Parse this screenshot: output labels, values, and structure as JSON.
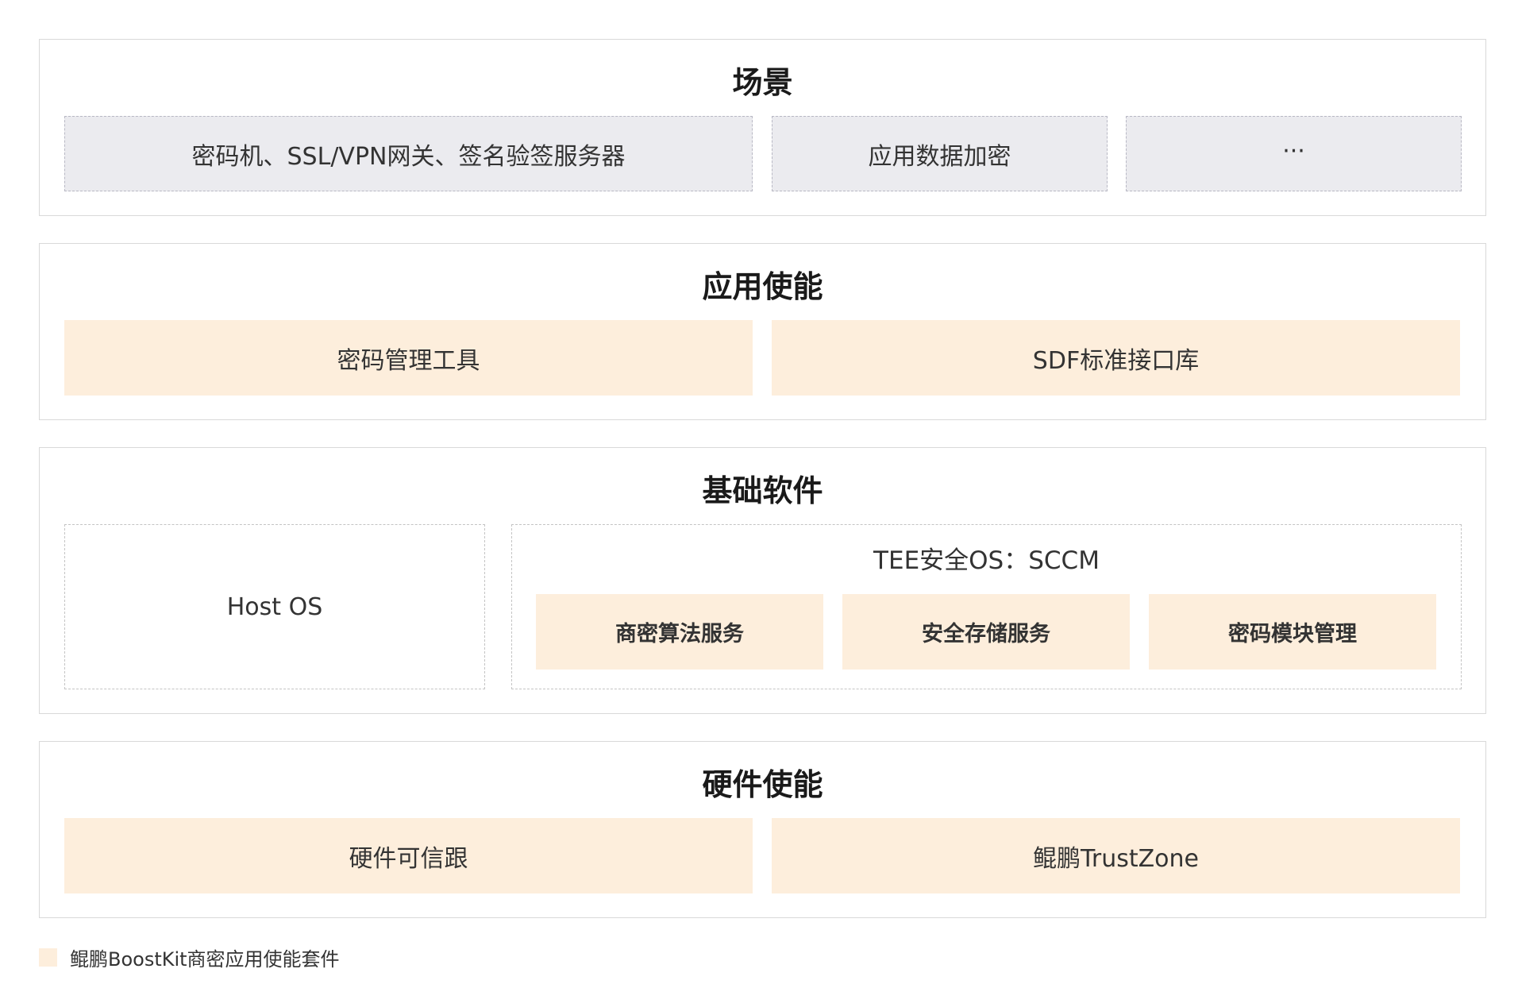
{
  "colors": {
    "kit_fill": "#fdeedc",
    "scene_fill": "#ebebef",
    "layer_border": "#d9d9d9",
    "dashed_border": "#c4c4c4"
  },
  "layers": {
    "scene": {
      "title": "场景",
      "items": [
        "密码机、SSL/VPN网关、签名验签服务器",
        "应用数据加密",
        "···"
      ]
    },
    "app_enable": {
      "title": "应用使能",
      "items": [
        "密码管理工具",
        "SDF标准接口库"
      ]
    },
    "base_software": {
      "title": "基础软件",
      "host_os": "Host OS",
      "tee": {
        "title": "TEE安全OS：SCCM",
        "items": [
          "商密算法服务",
          "安全存储服务",
          "密码模块管理"
        ]
      }
    },
    "hw_enable": {
      "title": "硬件使能",
      "items": [
        "硬件可信跟",
        "鲲鹏TrustZone"
      ]
    }
  },
  "legend": {
    "label": "鲲鹏BoostKit商密应用使能套件"
  }
}
